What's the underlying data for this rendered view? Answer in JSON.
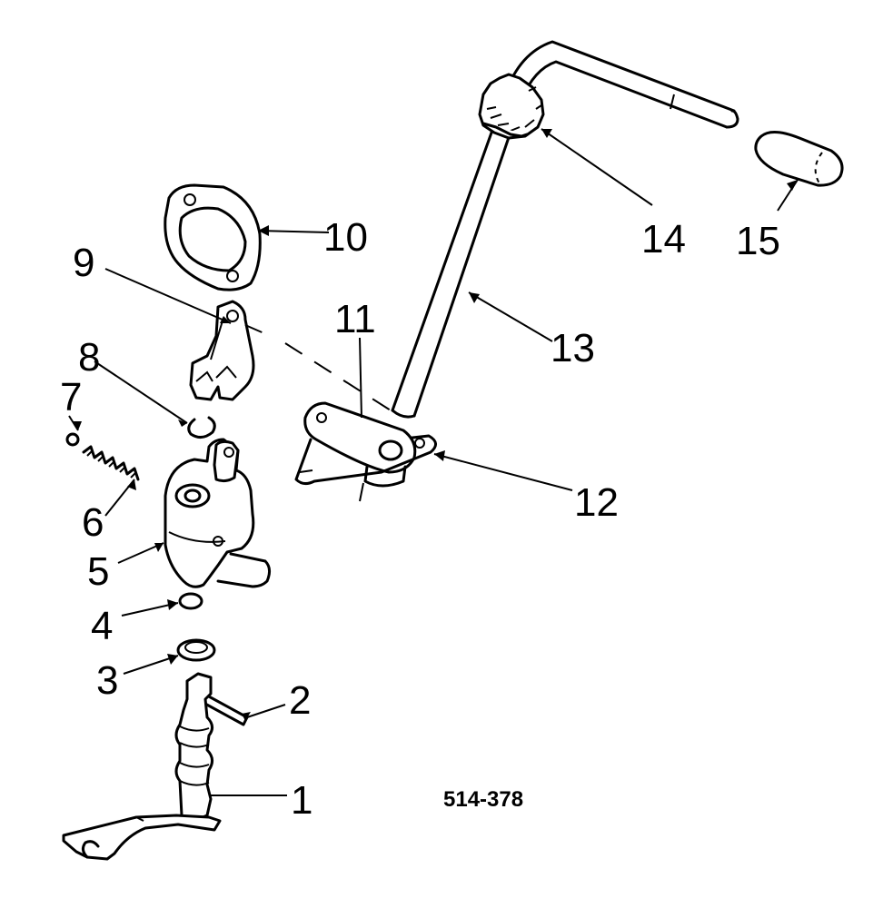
{
  "diagram": {
    "reference_number": "514-378",
    "callouts": [
      {
        "id": "c1",
        "label": "1"
      },
      {
        "id": "c2",
        "label": "2"
      },
      {
        "id": "c3",
        "label": "3"
      },
      {
        "id": "c4",
        "label": "4"
      },
      {
        "id": "c5",
        "label": "5"
      },
      {
        "id": "c6",
        "label": "6"
      },
      {
        "id": "c7",
        "label": "7"
      },
      {
        "id": "c8",
        "label": "8"
      },
      {
        "id": "c9",
        "label": "9"
      },
      {
        "id": "c10",
        "label": "10"
      },
      {
        "id": "c11",
        "label": "11"
      },
      {
        "id": "c12",
        "label": "12"
      },
      {
        "id": "c13",
        "label": "13"
      },
      {
        "id": "c14",
        "label": "14"
      },
      {
        "id": "c15",
        "label": "15"
      }
    ]
  }
}
